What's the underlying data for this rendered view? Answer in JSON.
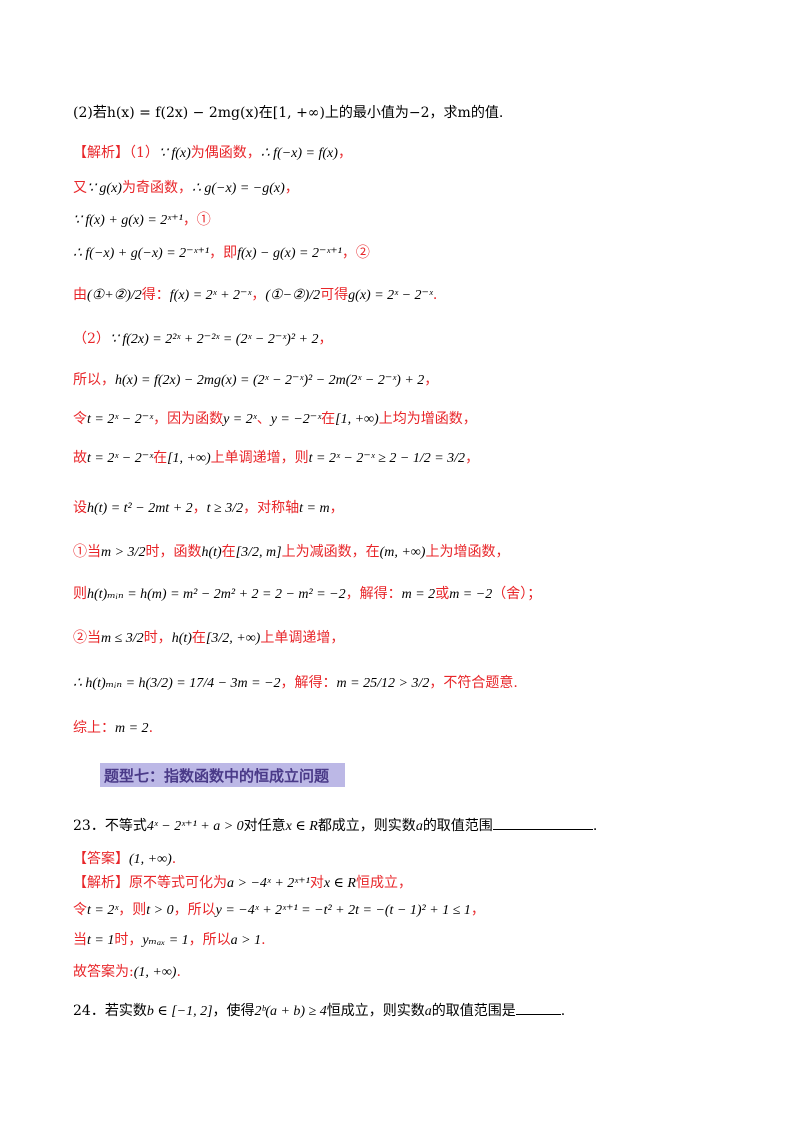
{
  "lines": [
    {
      "id": "q2",
      "segments": [
        {
          "t": "(2)若h(x) = f(2x) − 2mg(x)在[1, +∞)上的最小值为−2，求m的值.",
          "c": "black"
        }
      ]
    },
    {
      "id": "sol1",
      "segments": [
        {
          "t": "【解析】（1）",
          "c": "red"
        },
        {
          "t": "∵ f(x)",
          "c": "math"
        },
        {
          "t": "为偶函数，",
          "c": "red"
        },
        {
          "t": "∴ f(−x) = f(x)",
          "c": "math"
        },
        {
          "t": "，",
          "c": "red"
        }
      ]
    },
    {
      "id": "sol2",
      "segments": [
        {
          "t": "又",
          "c": "red"
        },
        {
          "t": "∵ g(x)",
          "c": "math"
        },
        {
          "t": "为奇函数，",
          "c": "red"
        },
        {
          "t": "∴ g(−x) = −g(x)",
          "c": "math"
        },
        {
          "t": "，",
          "c": "red"
        }
      ]
    },
    {
      "id": "sol3",
      "segments": [
        {
          "t": "∵ f(x) + g(x) = 2ˣ⁺¹",
          "c": "math"
        },
        {
          "t": "，①",
          "c": "red"
        }
      ]
    },
    {
      "id": "sol4",
      "segments": [
        {
          "t": "∴ f(−x) + g(−x) = 2⁻ˣ⁺¹",
          "c": "math"
        },
        {
          "t": "，即",
          "c": "red"
        },
        {
          "t": "f(x) − g(x) = 2⁻ˣ⁺¹",
          "c": "math"
        },
        {
          "t": "，②",
          "c": "red"
        }
      ]
    },
    {
      "id": "sol5",
      "segments": [
        {
          "t": "由",
          "c": "red"
        },
        {
          "t": "(①+②)/2",
          "c": "math"
        },
        {
          "t": "得：",
          "c": "red"
        },
        {
          "t": "f(x) = 2ˣ + 2⁻ˣ",
          "c": "math"
        },
        {
          "t": "，",
          "c": "red"
        },
        {
          "t": "(①−②)/2",
          "c": "math"
        },
        {
          "t": "可得",
          "c": "red"
        },
        {
          "t": "g(x) = 2ˣ − 2⁻ˣ",
          "c": "math"
        },
        {
          "t": ".",
          "c": "red"
        }
      ]
    },
    {
      "id": "sol6",
      "segments": [
        {
          "t": "（2）",
          "c": "red"
        },
        {
          "t": "∵ f(2x) = 2²ˣ + 2⁻²ˣ = (2ˣ − 2⁻ˣ)² + 2",
          "c": "math"
        },
        {
          "t": "，",
          "c": "red"
        }
      ]
    },
    {
      "id": "sol7",
      "segments": [
        {
          "t": "所以，",
          "c": "red"
        },
        {
          "t": "h(x) = f(2x) − 2mg(x) = (2ˣ − 2⁻ˣ)² − 2m(2ˣ − 2⁻ˣ) + 2",
          "c": "math"
        },
        {
          "t": "，",
          "c": "red"
        }
      ]
    },
    {
      "id": "sol8",
      "segments": [
        {
          "t": "令",
          "c": "red"
        },
        {
          "t": "t = 2ˣ − 2⁻ˣ",
          "c": "math"
        },
        {
          "t": "，因为函数",
          "c": "red"
        },
        {
          "t": "y = 2ˣ",
          "c": "math"
        },
        {
          "t": "、",
          "c": "red"
        },
        {
          "t": "y = −2⁻ˣ",
          "c": "math"
        },
        {
          "t": "在",
          "c": "red"
        },
        {
          "t": "[1, +∞)",
          "c": "math"
        },
        {
          "t": "上均为增函数，",
          "c": "red"
        }
      ]
    },
    {
      "id": "sol9",
      "segments": [
        {
          "t": "故",
          "c": "red"
        },
        {
          "t": "t = 2ˣ − 2⁻ˣ",
          "c": "math"
        },
        {
          "t": "在",
          "c": "red"
        },
        {
          "t": "[1, +∞)",
          "c": "math"
        },
        {
          "t": "上单调递增，则",
          "c": "red"
        },
        {
          "t": "t = 2ˣ − 2⁻ˣ ≥ 2 − 1/2 = 3/2",
          "c": "math"
        },
        {
          "t": "，",
          "c": "red"
        }
      ]
    },
    {
      "id": "sol10",
      "segments": [
        {
          "t": "设",
          "c": "red"
        },
        {
          "t": "h(t) = t² − 2mt + 2",
          "c": "math"
        },
        {
          "t": "，",
          "c": "red"
        },
        {
          "t": "t ≥ 3/2",
          "c": "math"
        },
        {
          "t": "，对称轴",
          "c": "red"
        },
        {
          "t": "t = m",
          "c": "math"
        },
        {
          "t": "，",
          "c": "red"
        }
      ]
    },
    {
      "id": "sol11",
      "segments": [
        {
          "t": "①当",
          "c": "red"
        },
        {
          "t": "m > 3/2",
          "c": "math"
        },
        {
          "t": "时，函数",
          "c": "red"
        },
        {
          "t": "h(t)",
          "c": "math"
        },
        {
          "t": "在",
          "c": "red"
        },
        {
          "t": "[3/2, m]",
          "c": "math"
        },
        {
          "t": "上为减函数，在",
          "c": "red"
        },
        {
          "t": "(m, +∞)",
          "c": "math"
        },
        {
          "t": "上为增函数，",
          "c": "red"
        }
      ]
    },
    {
      "id": "sol12",
      "segments": [
        {
          "t": "则",
          "c": "red"
        },
        {
          "t": "h(t)ₘᵢₙ = h(m) = m² − 2m² + 2 = 2 − m² = −2",
          "c": "math"
        },
        {
          "t": "，解得：",
          "c": "red"
        },
        {
          "t": "m = 2",
          "c": "math"
        },
        {
          "t": "或",
          "c": "red"
        },
        {
          "t": "m = −2",
          "c": "math"
        },
        {
          "t": "（舍）；",
          "c": "red"
        }
      ]
    },
    {
      "id": "sol13",
      "segments": [
        {
          "t": "②当",
          "c": "red"
        },
        {
          "t": "m ≤ 3/2",
          "c": "math"
        },
        {
          "t": "时，",
          "c": "red"
        },
        {
          "t": "h(t)",
          "c": "math"
        },
        {
          "t": "在",
          "c": "red"
        },
        {
          "t": "[3/2, +∞)",
          "c": "math"
        },
        {
          "t": "上单调递增，",
          "c": "red"
        }
      ]
    },
    {
      "id": "sol14",
      "segments": [
        {
          "t": "∴ h(t)ₘᵢₙ = h(3/2) = 17/4 − 3m = −2",
          "c": "math"
        },
        {
          "t": "，解得：",
          "c": "red"
        },
        {
          "t": "m = 25/12 > 3/2",
          "c": "math"
        },
        {
          "t": "，不符合题意.",
          "c": "red"
        }
      ]
    },
    {
      "id": "sol15",
      "segments": [
        {
          "t": "综上：",
          "c": "red"
        },
        {
          "t": "m = 2",
          "c": "math"
        },
        {
          "t": ".",
          "c": "red"
        }
      ]
    }
  ],
  "heading": "题型七：指数函数中的恒成立问题",
  "lines2": [
    {
      "id": "q23",
      "segments": [
        {
          "t": "23．不等式",
          "c": "black"
        },
        {
          "t": "4ˣ − 2ˣ⁺¹ + a > 0",
          "c": "math"
        },
        {
          "t": "对任意",
          "c": "black"
        },
        {
          "t": "x ∈ R",
          "c": "math"
        },
        {
          "t": "都成立，则实数",
          "c": "black"
        },
        {
          "t": "a",
          "c": "math"
        },
        {
          "t": "的取值范围",
          "c": "black"
        },
        {
          "t": "__BLANK100__",
          "c": "blank"
        },
        {
          "t": ".",
          "c": "black"
        }
      ]
    },
    {
      "id": "ans23",
      "segments": [
        {
          "t": "【答案】",
          "c": "red"
        },
        {
          "t": "(1, +∞)",
          "c": "math"
        },
        {
          "t": ".",
          "c": "red"
        }
      ]
    },
    {
      "id": "sol23a",
      "segments": [
        {
          "t": "【解析】原不等式可化为",
          "c": "red"
        },
        {
          "t": "a > −4ˣ + 2ˣ⁺¹",
          "c": "math"
        },
        {
          "t": "对",
          "c": "red"
        },
        {
          "t": "x ∈ R",
          "c": "math"
        },
        {
          "t": "恒成立，",
          "c": "red"
        }
      ]
    },
    {
      "id": "sol23b",
      "segments": [
        {
          "t": "令",
          "c": "red"
        },
        {
          "t": "t = 2ˣ",
          "c": "math"
        },
        {
          "t": "，则",
          "c": "red"
        },
        {
          "t": "t > 0",
          "c": "math"
        },
        {
          "t": "，所以",
          "c": "red"
        },
        {
          "t": "y = −4ˣ + 2ˣ⁺¹ = −t² + 2t = −(t − 1)² + 1 ≤ 1",
          "c": "math"
        },
        {
          "t": "，",
          "c": "red"
        }
      ]
    },
    {
      "id": "sol23c",
      "segments": [
        {
          "t": "当",
          "c": "red"
        },
        {
          "t": "t = 1",
          "c": "math"
        },
        {
          "t": "时，",
          "c": "red"
        },
        {
          "t": "yₘₐₓ = 1",
          "c": "math"
        },
        {
          "t": "，所以",
          "c": "red"
        },
        {
          "t": "a > 1",
          "c": "math"
        },
        {
          "t": ".",
          "c": "red"
        }
      ]
    },
    {
      "id": "sol23d",
      "segments": [
        {
          "t": "故答案为:",
          "c": "red"
        },
        {
          "t": "(1, +∞)",
          "c": "math"
        },
        {
          "t": ".",
          "c": "red"
        }
      ]
    },
    {
      "id": "q24",
      "segments": [
        {
          "t": "24．若实数",
          "c": "black"
        },
        {
          "t": "b ∈ [−1, 2]",
          "c": "math"
        },
        {
          "t": "，使得",
          "c": "black"
        },
        {
          "t": "2ᵇ(a + b) ≥ 4",
          "c": "math"
        },
        {
          "t": "恒成立，则实数",
          "c": "black"
        },
        {
          "t": "a",
          "c": "math"
        },
        {
          "t": "的取值范围是",
          "c": "black"
        },
        {
          "t": "__BLANK45__",
          "c": "blank"
        },
        {
          "t": ".",
          "c": "black"
        }
      ]
    }
  ]
}
